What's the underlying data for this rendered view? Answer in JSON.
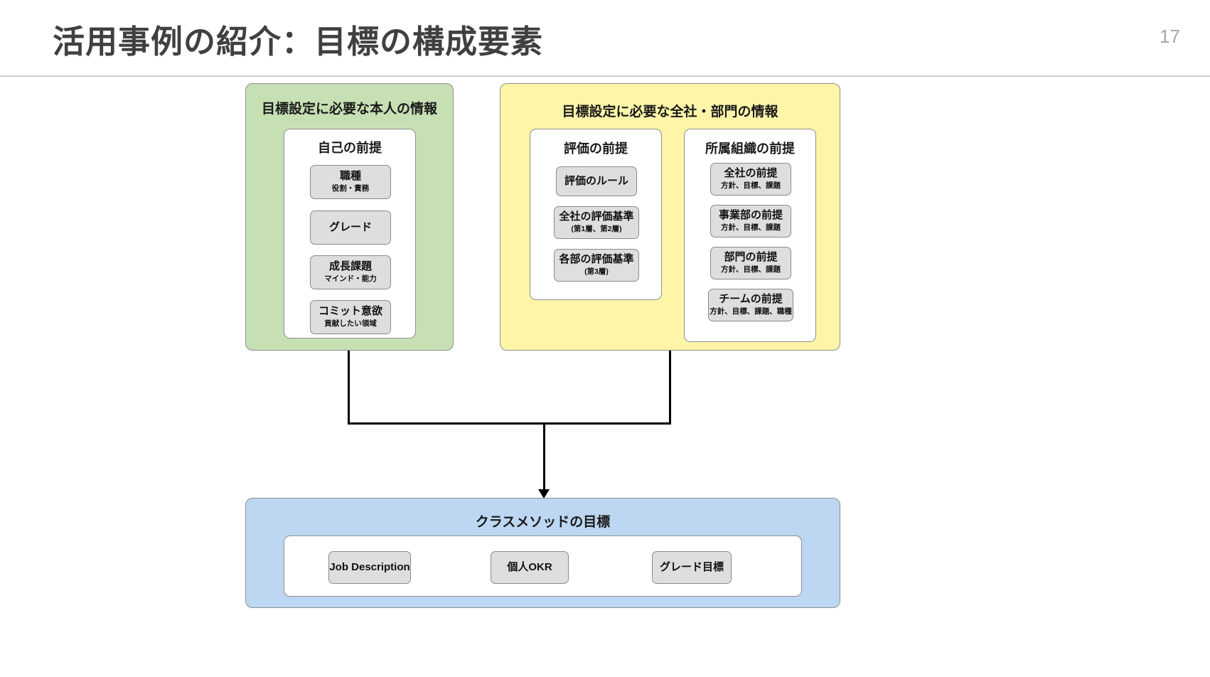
{
  "header": {
    "title": "活用事例の紹介：目標の構成要素",
    "page_number": "17"
  },
  "colors": {
    "green_panel": "#c6e0b4",
    "yellow_panel": "#fff5a8",
    "blue_panel": "#bdd7f2",
    "node_fill": "#dedede",
    "line": "#000000",
    "title_text": "#404040",
    "page_number_text": "#a6a6a6"
  },
  "diagram": {
    "green_panel": {
      "title": "目標設定に必要な本人の情報",
      "group": {
        "title": "自己の前提",
        "items": [
          {
            "title": "職種",
            "subtitle": "役割・責務"
          },
          {
            "title": "グレード",
            "subtitle": ""
          },
          {
            "title": "成長課題",
            "subtitle": "マインド・能力"
          },
          {
            "title": "コミット意欲",
            "subtitle": "貢献したい領域"
          }
        ]
      }
    },
    "yellow_panel": {
      "title": "目標設定に必要な全社・部門の情報",
      "groups": [
        {
          "title": "評価の前提",
          "items": [
            {
              "title": "評価のルール",
              "subtitle": ""
            },
            {
              "title": "全社の評価基準",
              "subtitle": "(第1層、第2層)"
            },
            {
              "title": "各部の評価基準",
              "subtitle": "(第3層)"
            }
          ]
        },
        {
          "title": "所属組織の前提",
          "items": [
            {
              "title": "全社の前提",
              "subtitle": "方針、目標、課題"
            },
            {
              "title": "事業部の前提",
              "subtitle": "方針、目標、課題"
            },
            {
              "title": "部門の前提",
              "subtitle": "方針、目標、課題"
            },
            {
              "title": "チームの前提",
              "subtitle": "方針、目標、課題、職種"
            }
          ]
        }
      ]
    },
    "blue_panel": {
      "title": "クラスメソッドの目標",
      "group": {
        "items": [
          {
            "title": "Job Description",
            "subtitle": ""
          },
          {
            "title": "個人OKR",
            "subtitle": ""
          },
          {
            "title": "グレード目標",
            "subtitle": ""
          }
        ]
      }
    }
  }
}
